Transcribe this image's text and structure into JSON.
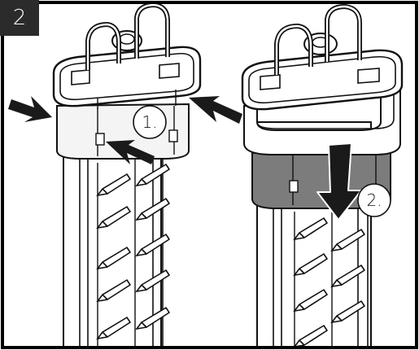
{
  "step": {
    "number": "2"
  },
  "callouts": [
    {
      "id": "squeeze",
      "label": "1."
    },
    {
      "id": "slide-down",
      "label": "2."
    }
  ],
  "colors": {
    "frame": "#000000",
    "badge": "#2b2b2b",
    "line": "#111111",
    "fill": "#ffffff",
    "sleeve_down": "#7c7c7c",
    "sleeve_light": "#f4f4f4",
    "arrow": "#1a1a1a"
  },
  "icons": [
    "squeeze-arrow-icon",
    "down-arrow-icon",
    "callout-bubble-icon"
  ]
}
